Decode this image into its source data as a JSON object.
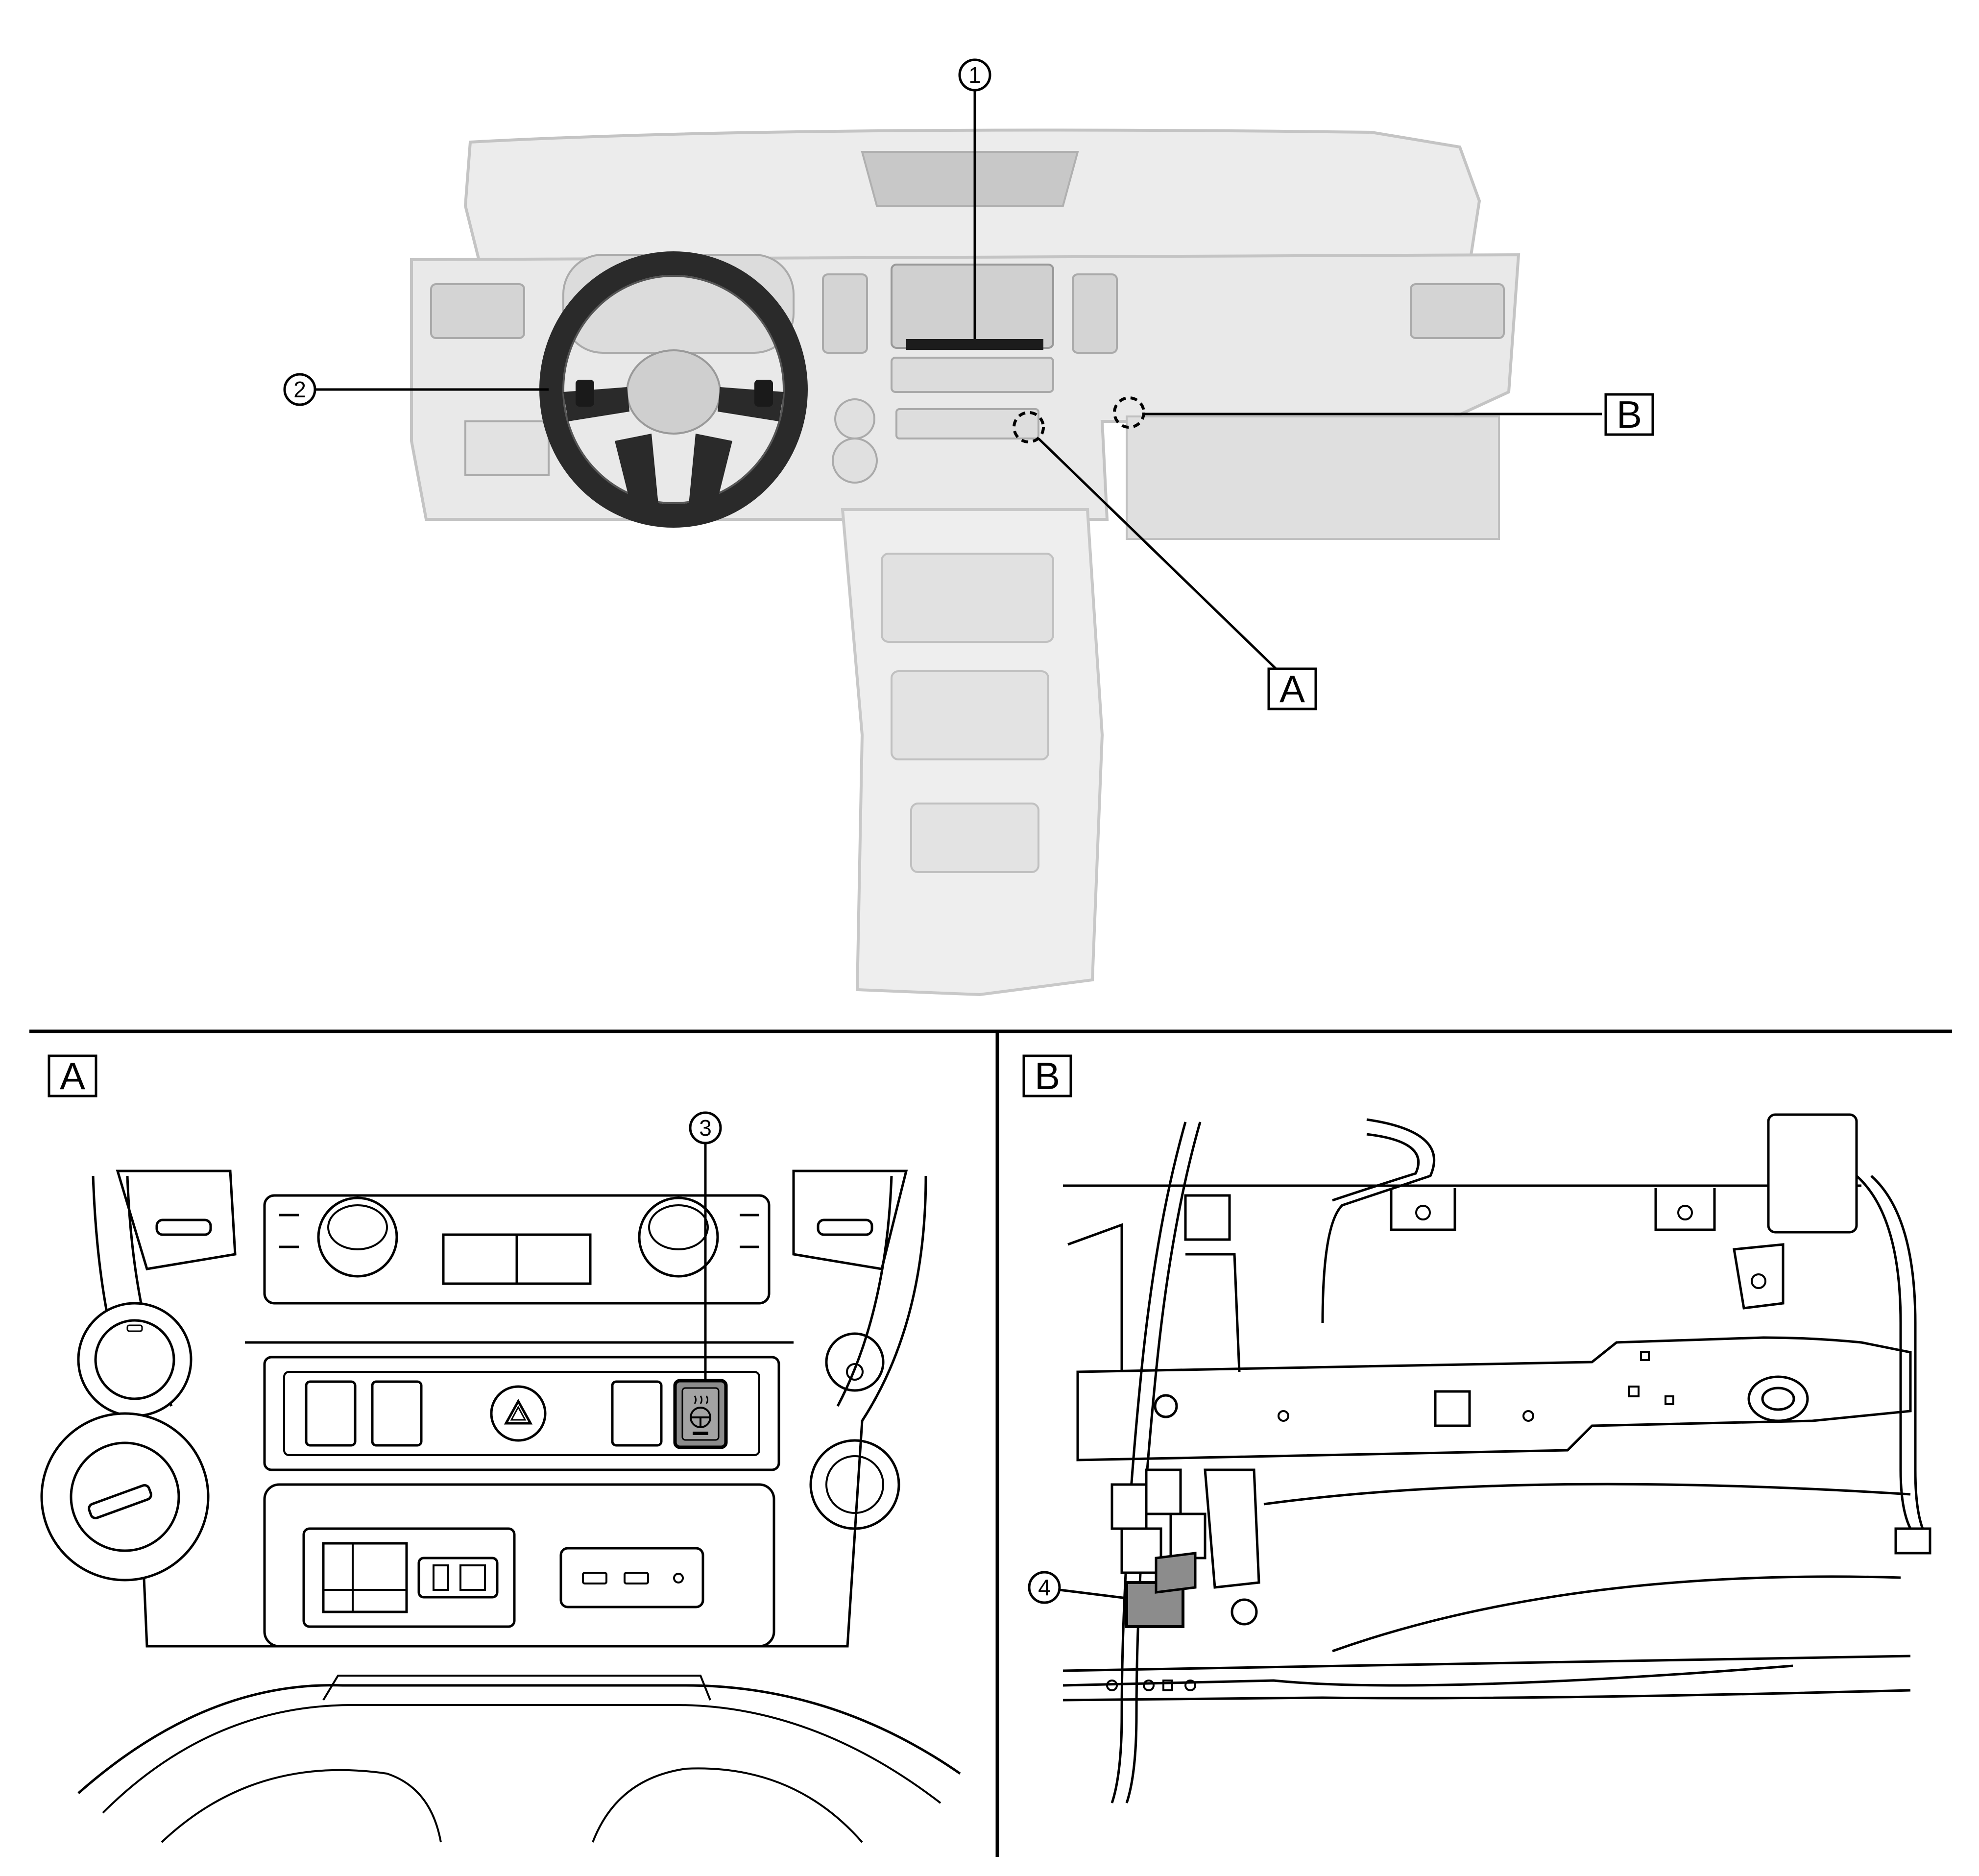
{
  "callouts": {
    "c1": "1",
    "c2": "2",
    "c3": "3",
    "c4": "4"
  },
  "view_labels": {
    "a_main": "A",
    "b_main": "B",
    "a_panel": "A",
    "b_panel": "B"
  },
  "colors": {
    "line": "#000000",
    "ghost_fill": "#e6e6e6",
    "ghost_stroke": "#bdbdbd",
    "wheel": "#2a2a2a",
    "highlight": "#8c8c8c"
  },
  "icons": {
    "hazard": "hazard-triangle-icon",
    "heated_wheel": "heated-steering-wheel-icon"
  }
}
